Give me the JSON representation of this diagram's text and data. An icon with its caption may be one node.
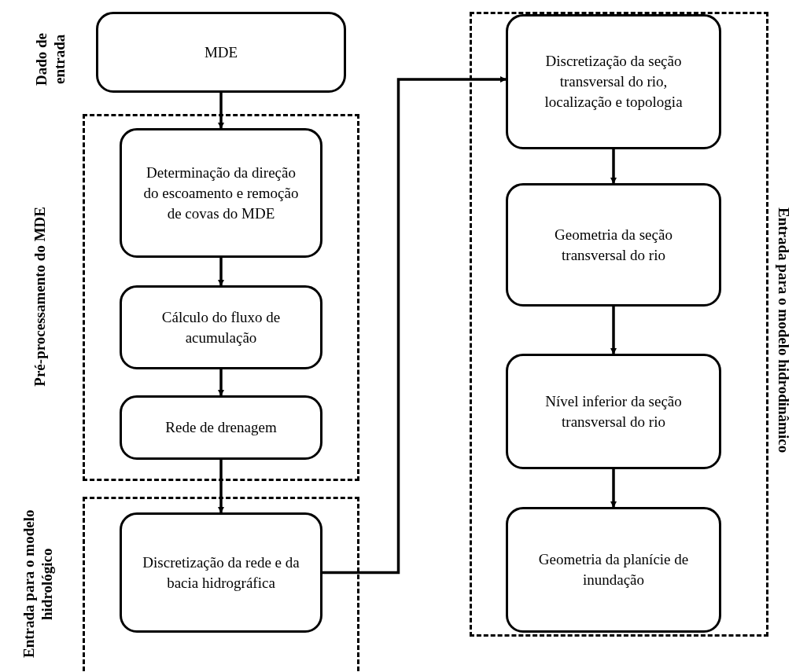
{
  "diagram": {
    "nodes": [
      {
        "text": [
          "MDE"
        ]
      },
      {
        "text": [
          "Pré-processamento do MDE"
        ]
      },
      {
        "text": [
          "Determinação da direção do escoamento e remoção  de covas do MDE"
        ],
        "in": 1
      },
      {
        "text": [
          "Cálculo do fluxo de acumulação"
        ],
        "in": 1
      },
      {
        "text": [
          "Rede de drenagem"
        ],
        "in": 1
      },
      {
        "text": [
          "Entrada para o modelo hidrológico"
        ]
      },
      {
        "text": [
          "Discretização da rede e da bacia hidrográfica"
        ],
        "in": 5
      },
      {
        "text": [
          "Entrada para o modelo hidrodinâmico"
        ]
      },
      {
        "text": [
          "Discretização da seção transversal do rio, localização e topologia"
        ],
        "in": 7
      },
      {
        "text": [
          "Geometria da seção transversal do rio"
        ],
        "in": 7
      },
      {
        "text": [
          "Nível inferior da seção transversal do rio"
        ],
        "in": 7
      },
      {
        "text": [
          "Geometria da planície de inundação"
        ],
        "in": 7
      }
    ],
    "edges": [
      {
        "from": 0,
        "to": 2,
        "arrow": "to"
      },
      {
        "from": 2,
        "to": 3,
        "arrow": "to"
      },
      {
        "from": 3,
        "to": 4,
        "arrow": "to"
      },
      {
        "from": 4,
        "to": 6,
        "arrow": "to"
      },
      {
        "from": 6,
        "to": 8,
        "arrow": "to"
      },
      {
        "from": 8,
        "to": 9,
        "arrow": "to"
      },
      {
        "from": 9,
        "to": 10,
        "arrow": "to"
      },
      {
        "from": 10,
        "to": 11,
        "arrow": "to"
      }
    ],
    "labels": [
      "Dado de entrada"
    ]
  }
}
